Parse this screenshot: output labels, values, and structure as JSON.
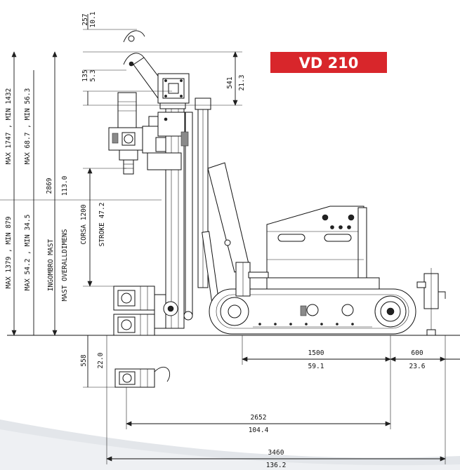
{
  "model": "VD 210",
  "colors": {
    "badge": "#d8262b",
    "badge_text": "#ffffff",
    "line": "#111111",
    "swoosh": "#e3e6ea"
  },
  "dims": {
    "top_257": "257",
    "top_101": "10.1",
    "mast_max_min_mm": "MAX 1747 , MIN 1432",
    "mast_max_min_in": "MAX 68.7 , MIN 56.3",
    "d2869": "2869",
    "d1130": "113.0",
    "d135": "135",
    "d53": "5.3",
    "d541": "541",
    "d213": "21.3",
    "lower_max_min_mm": "MAX 1379 , MIN 879",
    "lower_max_min_in": "MAX 54.2 , MIN 34.5",
    "ingombro_it": "INGOMBRO MAST",
    "ingombro_en": "MAST OVERALLDIMENS",
    "corsa": "CORSA 1200",
    "stroke": "STROKE 47.2",
    "d558": "558",
    "d220": "22.0",
    "d1500": "1500",
    "d591": "59.1",
    "d600": "600",
    "d236": "23.6",
    "d2652": "2652",
    "d1044": "104.4",
    "d3460": "3460",
    "d1362": "136.2"
  }
}
